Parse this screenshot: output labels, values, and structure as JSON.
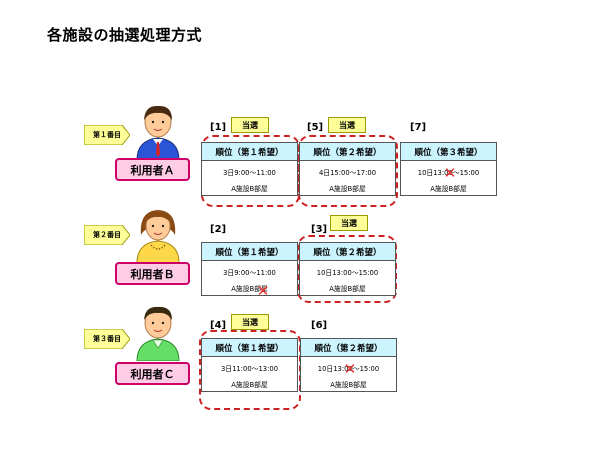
{
  "title": "各施設の抽選処理方式",
  "won_label": "当選",
  "colors": {
    "card_header": "#ccf4ff",
    "user_badge": "#ffcce6",
    "won_tag": "#ffff99",
    "reject": "#ee3333",
    "outline": "#cc2222",
    "order_tag": "#ffff99"
  },
  "rows": [
    {
      "order": "第１番目",
      "user": "利用者Ａ",
      "avatar": "man-blue-suit-icon",
      "choices": [
        {
          "no": "[1]",
          "head": "順位（第１希望）",
          "time": "3日9:00～11:00",
          "room": "A施設B部屋",
          "won": true,
          "rejected": false
        },
        {
          "no": "[5]",
          "head": "順位（第２希望）",
          "time": "4日15:00～17:00",
          "room": "A施設B部屋",
          "won": true,
          "rejected": false
        },
        {
          "no": "[7]",
          "head": "順位（第３希望）",
          "time": "10日13:00～15:00",
          "room": "A施設B部屋",
          "won": false,
          "rejected": true
        }
      ]
    },
    {
      "order": "第２番目",
      "user": "利用者Ｂ",
      "avatar": "woman-yellow-dress-icon",
      "choices": [
        {
          "no": "[2]",
          "head": "順位（第１希望）",
          "time": "3日9:00～11:00",
          "room": "A施設B部屋",
          "won": false,
          "rejected": true
        },
        {
          "no": "[3]",
          "head": "順位（第２希望）",
          "time": "10日13:00～15:00",
          "room": "A施設B部屋",
          "won": true,
          "rejected": false
        }
      ]
    },
    {
      "order": "第３番目",
      "user": "利用者Ｃ",
      "avatar": "man-green-shirt-icon",
      "choices": [
        {
          "no": "[4]",
          "head": "順位（第１希望）",
          "time": "3日11:00～13:00",
          "room": "A施設B部屋",
          "won": true,
          "rejected": false
        },
        {
          "no": "[6]",
          "head": "順位（第２希望）",
          "time": "10日13:00～15:00",
          "room": "A施設B部屋",
          "won": false,
          "rejected": true
        }
      ]
    }
  ]
}
